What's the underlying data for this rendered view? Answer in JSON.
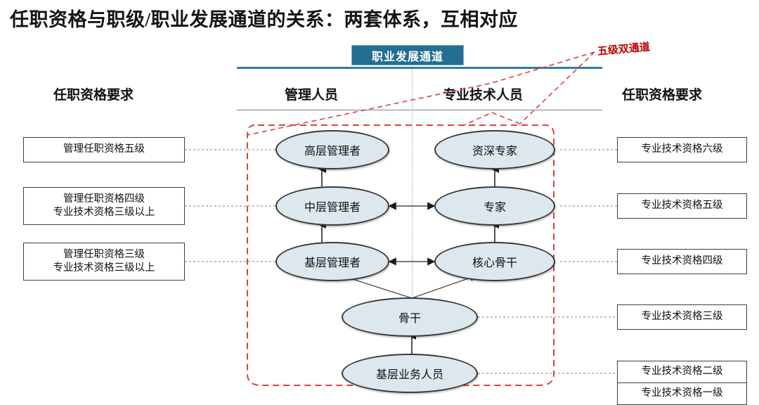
{
  "page": {
    "title": "任职资格与职级/职业发展通道的关系：两套体系，互相对应"
  },
  "header": {
    "channel_badge": "职业发展通道",
    "annotation": "五级双通道",
    "annotation_color": "#C00000",
    "badge_color": "#236F91"
  },
  "columns": {
    "left_requirements": "任职资格要求",
    "management": "管理人员",
    "technical": "专业技术人员",
    "right_requirements": "任职资格要求"
  },
  "left_boxes": [
    {
      "lines": [
        "管理任职资格五级"
      ]
    },
    {
      "lines": [
        "管理任职资格四级",
        "专业技术资格三级以上"
      ]
    },
    {
      "lines": [
        "管理任职资格三级",
        "专业技术资格三级以上"
      ]
    }
  ],
  "right_boxes": [
    {
      "lines": [
        "专业技术资格六级"
      ]
    },
    {
      "lines": [
        "专业技术资格五级"
      ]
    },
    {
      "lines": [
        "专业技术资格四级"
      ]
    },
    {
      "lines": [
        "专业技术资格三级"
      ]
    },
    {
      "lines": [
        "专业技术资格二级"
      ]
    },
    {
      "lines": [
        "专业技术资格一级"
      ]
    }
  ],
  "nodes": {
    "management": [
      {
        "id": "senior-manager",
        "label": "高层管理者"
      },
      {
        "id": "middle-manager",
        "label": "中层管理者"
      },
      {
        "id": "frontline-manager",
        "label": "基层管理者"
      }
    ],
    "technical": [
      {
        "id": "senior-expert",
        "label": "资深专家"
      },
      {
        "id": "expert",
        "label": "专家"
      },
      {
        "id": "core-backbone",
        "label": "核心骨干"
      }
    ],
    "shared": [
      {
        "id": "backbone",
        "label": "骨干"
      },
      {
        "id": "frontline-staff",
        "label": "基层业务人员"
      }
    ]
  },
  "node_fill": "#DCE7EE",
  "node_stroke": "#3a3a3a"
}
